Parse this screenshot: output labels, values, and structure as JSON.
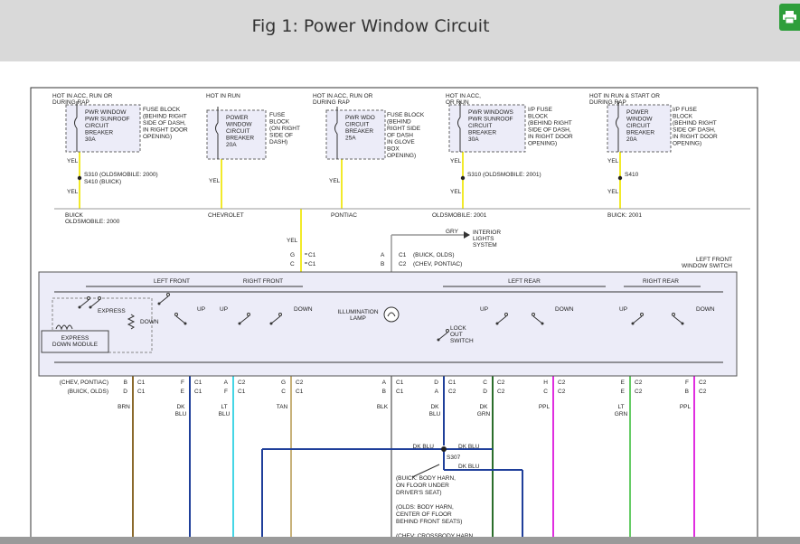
{
  "header": {
    "title": "Fig 1: Power Window Circuit",
    "print_icon": "print-icon"
  },
  "colors": {
    "yel": "#f2ea2a",
    "brn": "#8b6a2c",
    "dk_blu": "#1f3f9a",
    "lt_blu": "#44d6e6",
    "tan": "#c8b27a",
    "blk": "#777777",
    "dk_grn": "#2b6e2b",
    "ppl": "#e02ee0",
    "lt_grn": "#66cc66"
  },
  "feeds": [
    {
      "hot": [
        "HOT IN ACC, RUN OR",
        "DURING RAP"
      ],
      "box": [
        "PWR WINDOW",
        "PWR SUNROOF",
        "CIRCUIT",
        "BREAKER",
        "30A"
      ],
      "loc": [
        "FUSE BLOCK",
        "(BEHIND RIGHT",
        "SIDE OF DASH,",
        "IN RIGHT DOOR",
        "OPENING)"
      ],
      "wire_top": "YEL",
      "splice": [
        "S310   (OLDSMOBILE: 2000)",
        "S410   (BUICK)"
      ],
      "wire_bottom": "YEL"
    },
    {
      "hot": [
        "HOT IN RUN"
      ],
      "box": [
        "POWER",
        "WINDOW",
        "CIRCUIT",
        "BREAKER",
        "20A"
      ],
      "loc": [
        "FUSE",
        "BLOCK",
        "(ON RIGHT",
        "SIDE OF",
        "DASH)"
      ],
      "wire_bottom": "YEL"
    },
    {
      "hot": [
        "HOT IN ACC, RUN OR",
        "DURING RAP"
      ],
      "box": [
        "PWR WDO",
        "CIRCUIT",
        "BREAKER",
        "25A"
      ],
      "loc": [
        "FUSE BLOCK",
        "(BEHIND",
        "RIGHT SIDE",
        "OF DASH",
        "IN GLOVE",
        "BOX",
        "OPENING)"
      ],
      "wire_bottom": "YEL"
    },
    {
      "hot": [
        "HOT IN ACC,",
        "OR RUN"
      ],
      "box": [
        "PWR WINDOWS",
        "PWR SUNROOF",
        "CIRCUIT",
        "BREAKER",
        "30A"
      ],
      "loc": [
        "I/P FUSE",
        "BLOCK",
        "(BEHIND RIGHT",
        "SIDE OF DASH,",
        "IN RIGHT DOOR",
        "OPENING)"
      ],
      "wire_top": "YEL",
      "splice": [
        "S310   (OLDSMOBILE: 2001)"
      ],
      "wire_bottom": "YEL"
    },
    {
      "hot": [
        "HOT IN RUN & START OR",
        "DURING RAP"
      ],
      "box": [
        "POWER",
        "WINDOW",
        "CIRCUIT",
        "BREAKER",
        "20A"
      ],
      "loc": [
        "I/P FUSE",
        "BLOCK",
        "(BEHIND RIGHT",
        "SIDE OF DASH,",
        "IN RIGHT DOOR",
        "OPENING)"
      ],
      "wire_top": "YEL",
      "splice": [
        "S410"
      ],
      "wire_bottom": "YEL"
    }
  ],
  "brands": [
    [
      "BUICK",
      "OLDSMOBILE: 2000"
    ],
    [
      "CHEVROLET"
    ],
    [
      "PONTIAC"
    ],
    [
      "OLDSMOBILE: 2001"
    ],
    [
      "BUICK: 2001"
    ]
  ],
  "main_feed": {
    "wire": "YEL",
    "pins": [
      "G",
      "C"
    ],
    "conns": [
      "C1",
      "C1"
    ]
  },
  "illum_feed": {
    "pins": [
      "A",
      "B"
    ],
    "conns": [
      "C1",
      "C2"
    ],
    "vehicles": [
      "(BUICK, OLDS)",
      "(CHEV, PONTIAC)"
    ],
    "wire": "GRY",
    "dest": [
      "INTERIOR",
      "LIGHTS",
      "SYSTEM"
    ]
  },
  "switch": {
    "title": [
      "LEFT FRONT",
      "WINDOW SWITCH"
    ],
    "sections": [
      "LEFT FRONT",
      "RIGHT FRONT",
      "LEFT REAR",
      "RIGHT REAR"
    ],
    "up": "UP",
    "down": "DOWN",
    "express": "EXPRESS",
    "module": [
      "EXPRESS",
      "DOWN MODULE"
    ],
    "illum": [
      "ILLUMINATION",
      "LAMP"
    ],
    "lockout": [
      "LOCK",
      "OUT",
      "SWITCH"
    ]
  },
  "pin_rows": {
    "labels": [
      "(CHEV, PONTIAC)",
      "(BUICK, OLDS)"
    ],
    "columns": [
      {
        "top": "B",
        "top_c": "C1",
        "bot": "D",
        "bot_c": "C1",
        "wire": [
          "BRN"
        ]
      },
      {
        "top": "F",
        "top_c": "C1",
        "bot": "E",
        "bot_c": "C1",
        "wire": [
          "DK",
          "BLU"
        ]
      },
      {
        "top": "A",
        "top_c": "C2",
        "bot": "F",
        "bot_c": "C1",
        "wire": [
          "LT",
          "BLU"
        ]
      },
      {
        "top": "G",
        "top_c": "C2",
        "bot": "C",
        "bot_c": "C1",
        "wire": [
          "TAN"
        ]
      },
      {
        "top": "A",
        "top_c": "C1",
        "bot": "B",
        "bot_c": "C1",
        "wire": [
          "BLK"
        ]
      },
      {
        "top": "D",
        "top_c": "C1",
        "bot": "A",
        "bot_c": "C2",
        "wire": [
          "DK",
          "BLU"
        ]
      },
      {
        "top": "C",
        "top_c": "C2",
        "bot": "D",
        "bot_c": "C2",
        "wire": [
          "DK",
          "GRN"
        ]
      },
      {
        "top": "H",
        "top_c": "C2",
        "bot": "C",
        "bot_c": "C2",
        "wire": [
          "PPL"
        ]
      },
      {
        "top": "E",
        "top_c": "C2",
        "bot": "E",
        "bot_c": "C2",
        "wire": [
          "LT",
          "GRN"
        ]
      },
      {
        "top": "F",
        "top_c": "C2",
        "bot": "B",
        "bot_c": "C2",
        "wire": [
          "PPL"
        ]
      }
    ]
  },
  "splice_s307": {
    "name": "S307",
    "wire_left": "DK BLU",
    "wire_right": "DK BLU",
    "wire_down": "DK BLU",
    "notes": [
      "(BUICK: BODY HARN,",
      "ON FLOOR UNDER",
      "DRIVER'S SEAT)",
      "",
      "(OLDS: BODY HARN,",
      "CENTER OF FLOOR",
      "BEHIND FRONT SEATS)",
      "",
      "(CHEV: CROSSBODY HARN"
    ]
  }
}
